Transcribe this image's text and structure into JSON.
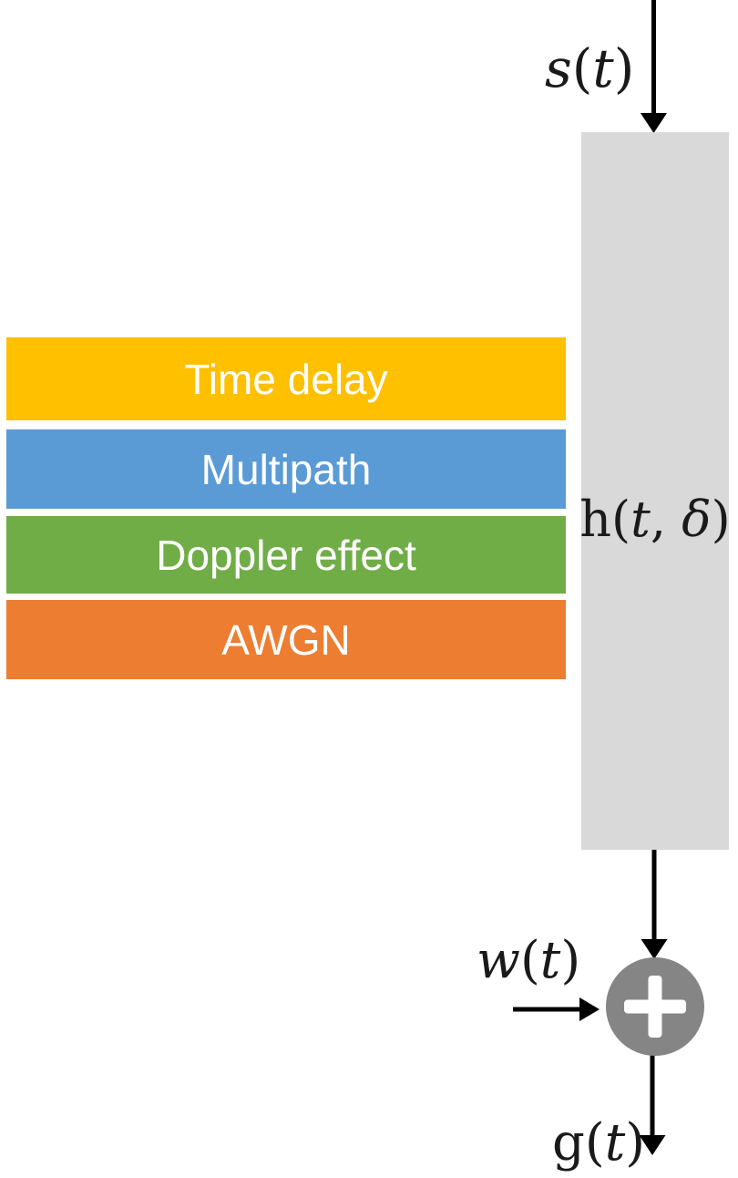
{
  "signals": {
    "input": {
      "full": "s(t)",
      "func": "s",
      "open": "(",
      "arg": "t",
      "close": ")"
    },
    "channel": {
      "full": "h(t, δ)",
      "func": "h",
      "open": "(",
      "arg1": "t",
      "sep": ", ",
      "arg2": "δ",
      "close": ")"
    },
    "noise": {
      "full": "w(t)",
      "func": "w",
      "open": "(",
      "arg": "t",
      "close": ")"
    },
    "output": {
      "full": "g(t)",
      "func": "g",
      "open": "(",
      "arg": "t",
      "close": ")"
    }
  },
  "channel_effects": [
    {
      "label": "Time delay",
      "color": "#FFC000"
    },
    {
      "label": "Multipath",
      "color": "#5B9BD5"
    },
    {
      "label": "Doppler effect",
      "color": "#70AD47"
    },
    {
      "label": "AWGN",
      "color": "#ED7D31"
    }
  ],
  "channel_block": {
    "background": "#D9D9D9"
  },
  "adder": {
    "symbol": "+",
    "background": "#858585",
    "symbol_color": "#FFFFFF"
  },
  "style": {
    "background": "#FFFFFF",
    "arrow_color": "#000000",
    "bar_text_color": "#FFFFFF"
  }
}
